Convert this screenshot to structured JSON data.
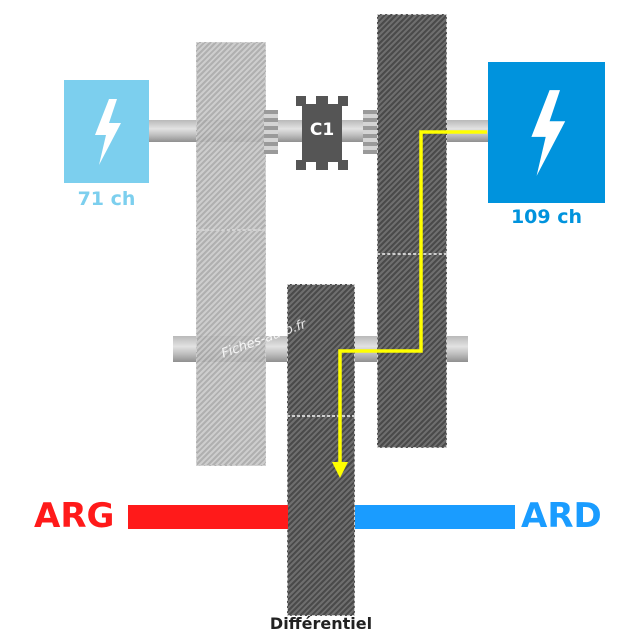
{
  "motor_left": {
    "power": "71 ch",
    "color": "#7ccfee"
  },
  "motor_right": {
    "power": "109 ch",
    "color": "#0093dd"
  },
  "clutch": {
    "label": "C1"
  },
  "watermark": "Fiches-auto.fr",
  "wheels": {
    "left": "ARG",
    "right": "ARD",
    "left_color": "#ff1a1a",
    "right_color": "#1a9cff"
  },
  "differential": {
    "label": "Différentiel"
  },
  "flow_path_color": "#ffff00"
}
